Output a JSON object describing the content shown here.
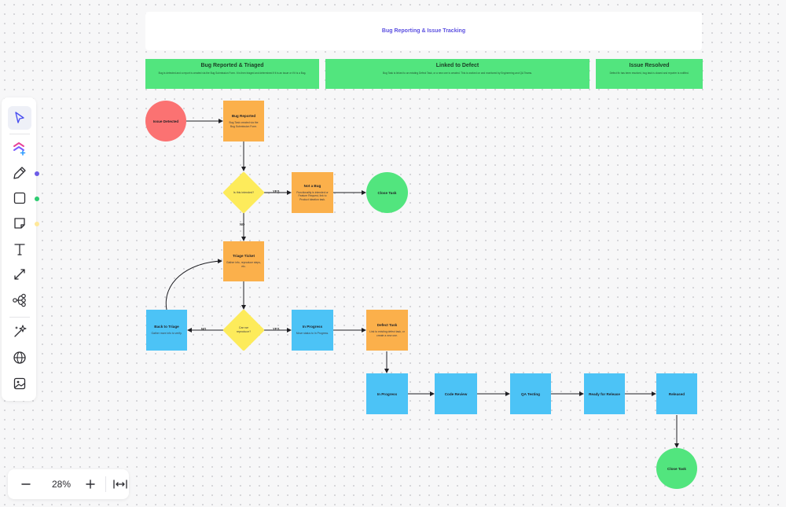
{
  "board": {
    "title": "Bug Reporting & Issue Tracking",
    "phases": [
      {
        "title": "Bug Reported & Triaged",
        "desc": "Bug is detected and a report is created via the Bug Submission Form. It is then triaged and determined if it is an issue or if it is a Bug."
      },
      {
        "title": "Linked to Defect",
        "desc": "Bug Task is linked to an existing Defect Task, or a new one is created. This is worked on and monitored by Engineering and QA Teams."
      },
      {
        "title": "Issue Resolved",
        "desc": "Defect fix has been resolved, bug task is closed and reporter is notified."
      }
    ],
    "nodes": {
      "issue_detected": {
        "title": "Issue Detected"
      },
      "bug_reported": {
        "title": "Bug Reported",
        "desc": "Bug Task created via the Bug Submission Form."
      },
      "is_intended": {
        "text": "Is this intended?"
      },
      "not_a_bug": {
        "title": "Not a Bug",
        "desc": "Functionality is intended or Feature Request, link to Product Ideation task."
      },
      "close_task_1": {
        "title": "Close Task"
      },
      "triage_ticket": {
        "title": "Triage Ticket",
        "desc": "Gather info, reproduce steps, etc."
      },
      "can_reproduce": {
        "text": "Can we reproduce?"
      },
      "back_to_triage": {
        "title": "Back to Triage",
        "desc": "Gather more info to verify."
      },
      "in_progress_1": {
        "title": "In Progress",
        "desc": "Move status to In Progress."
      },
      "defect_task": {
        "title": "Defect Task",
        "desc": "Link to existing defect task, or create a new one."
      },
      "in_progress_2": {
        "title": "In Progress"
      },
      "code_review": {
        "title": "Code Review"
      },
      "qa_testing": {
        "title": "QA Testing"
      },
      "ready_for_release": {
        "title": "Ready for Release"
      },
      "released": {
        "title": "Released"
      },
      "close_task_2": {
        "title": "Close Task"
      }
    },
    "edge_labels": {
      "yes_1": "YES",
      "no_1": "NO",
      "yes_2": "YES",
      "no_2": "NO"
    }
  },
  "toolbar": {
    "tools": [
      "select-cursor-icon",
      "clickup-ai-icon",
      "pen-icon",
      "shape-square-icon",
      "sticky-note-icon",
      "text-icon",
      "connector-icon",
      "mindmap-icon",
      "magic-sparkle-icon",
      "globe-icon",
      "image-icon"
    ],
    "dots": [
      "#6c5ce7",
      "#2ecc71",
      "#ffe89a"
    ]
  },
  "zoom": {
    "level": "28%"
  }
}
